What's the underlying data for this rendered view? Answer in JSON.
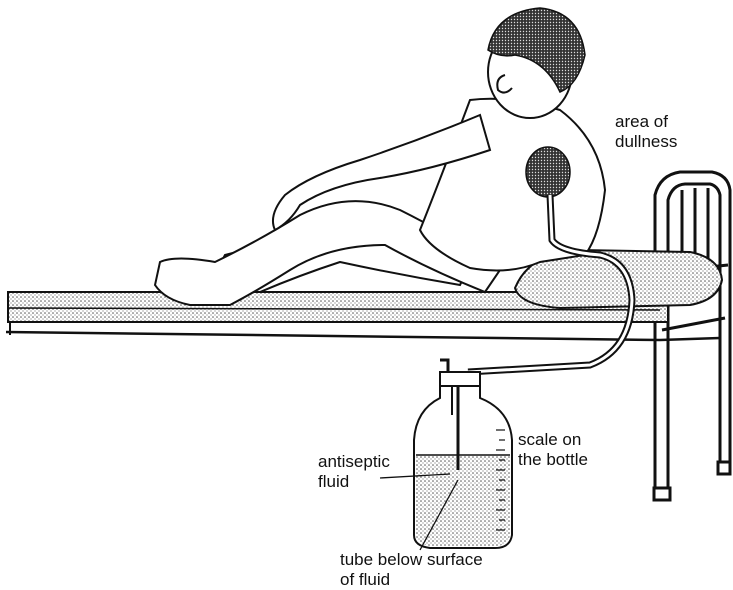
{
  "labels": {
    "area_of_dullness": [
      "area of",
      "dullness"
    ],
    "scale_on_bottle": [
      "scale on",
      "the bottle"
    ],
    "antiseptic_fluid": [
      "antiseptic",
      "fluid"
    ],
    "tube_below_surface": [
      "tube below surface",
      "of fluid"
    ]
  }
}
